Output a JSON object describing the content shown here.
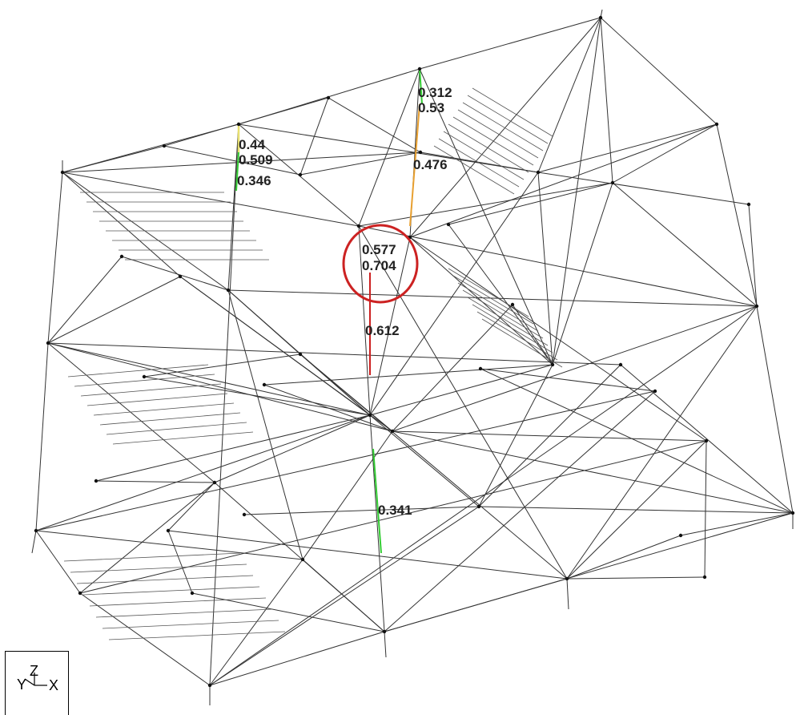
{
  "colors": {
    "member": "#333333",
    "highlight_circle": "#cc2222",
    "ratio_low": "#33cc33",
    "ratio_mid": "#e8a030",
    "ratio_high": "#cc2020",
    "ratio_pale": "#e8e070"
  },
  "labels": {
    "l1": "0.312",
    "l2": "0.53",
    "l3": "0.44",
    "l4": "0.509",
    "l5": "0.346",
    "l6": "0.476",
    "l7": "0.577",
    "l8": "0.704",
    "l9": "0.612",
    "l10": "0.341"
  },
  "triad": {
    "z": "Z",
    "y": "Y",
    "x": "X"
  }
}
